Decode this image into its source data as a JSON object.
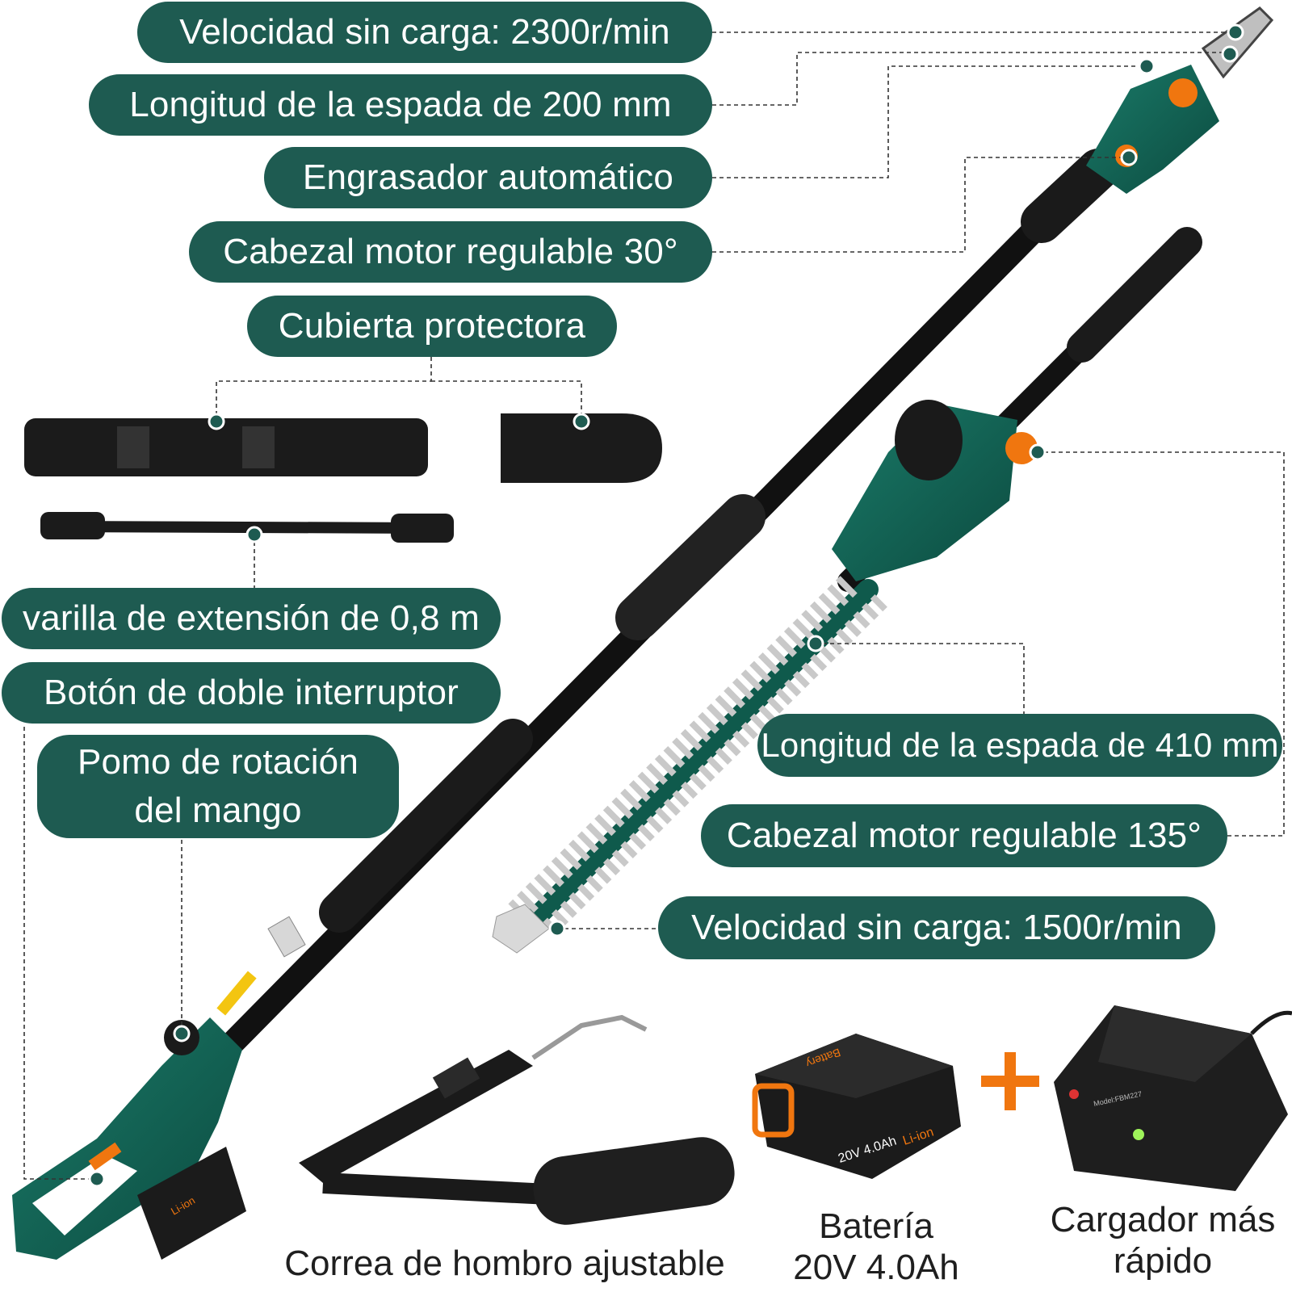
{
  "labels": {
    "chain_speed": "Velocidad sin carga: 2300r/min",
    "chain_bar_length": "Longitud de la espada de 200 mm",
    "auto_oiler": "Engrasador automático",
    "chain_head_adjust": "Cabezal motor regulable 30°",
    "protective_cover": "Cubierta protectora",
    "extension_rod": "varilla de extensión de 0,8 m",
    "double_switch": "Botón de doble interruptor",
    "rotation_knob_line1": "Pomo de rotación",
    "rotation_knob_line2": "del mango",
    "hedge_bar_length": "Longitud de la espada de 410 mm",
    "hedge_head_adjust": "Cabezal motor regulable 135°",
    "hedge_speed": "Velocidad sin carga: 1500r/min"
  },
  "captions": {
    "strap": "Correa de hombro ajustable",
    "battery_line1": "Batería",
    "battery_line2": "20V 4.0Ah",
    "charger_line1": "Cargador más",
    "charger_line2": "rápido"
  },
  "product_markings": {
    "battery_rating": "20V 4.0Ah",
    "battery_chem": "Li-ion",
    "battery_brand": "Battery",
    "charger_model": "Model:FBM227"
  },
  "colors": {
    "accent": "#1e5b51",
    "tool_green": "#0f5a4c",
    "orange": "#f0760f",
    "black": "#1a1a1a"
  }
}
